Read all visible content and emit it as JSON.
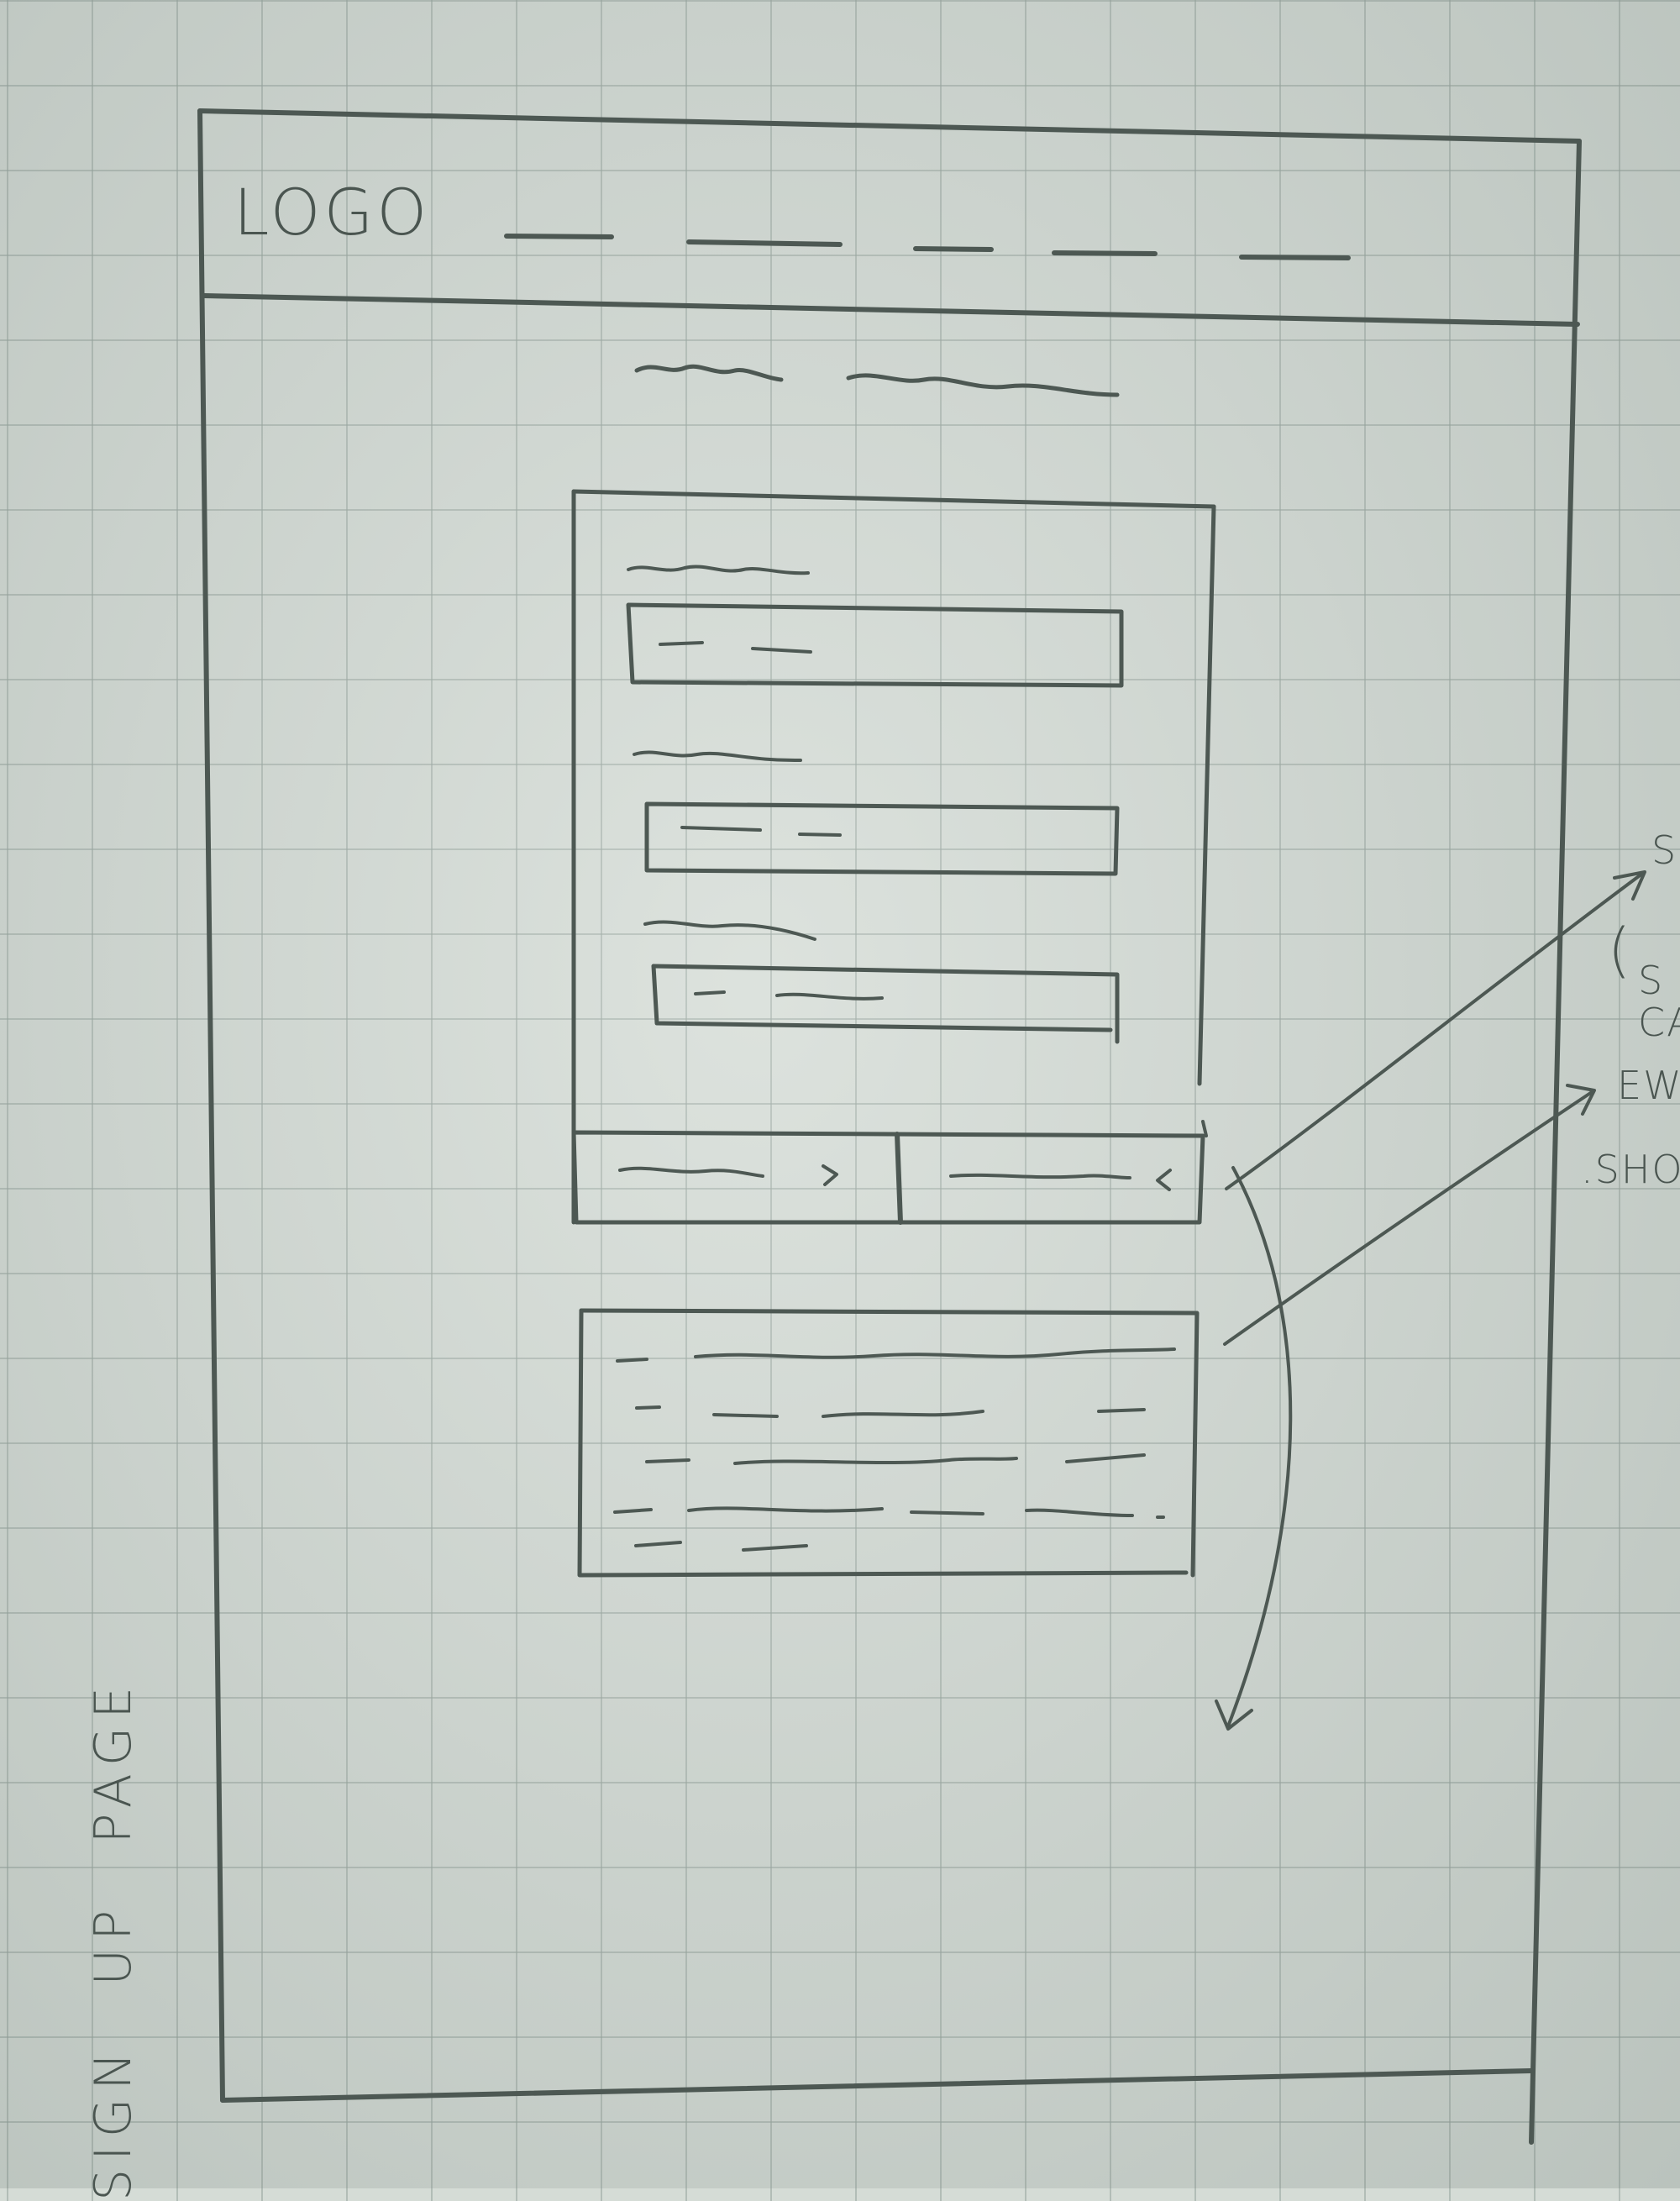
{
  "page": {
    "title": "SIGN UP PAGE",
    "title_words": [
      "SIGN",
      "UP",
      "PAGE"
    ]
  },
  "header": {
    "logo": "LOGO"
  },
  "annotations": {
    "note_1": "S",
    "note_2": "(",
    "note_3": "S",
    "note_4": "CA",
    "note_5": "EW",
    "note_6": ".SHO"
  },
  "colors": {
    "paper": "#d5dcd6",
    "grid": "#96a49c",
    "pencil": "#4a5550"
  }
}
